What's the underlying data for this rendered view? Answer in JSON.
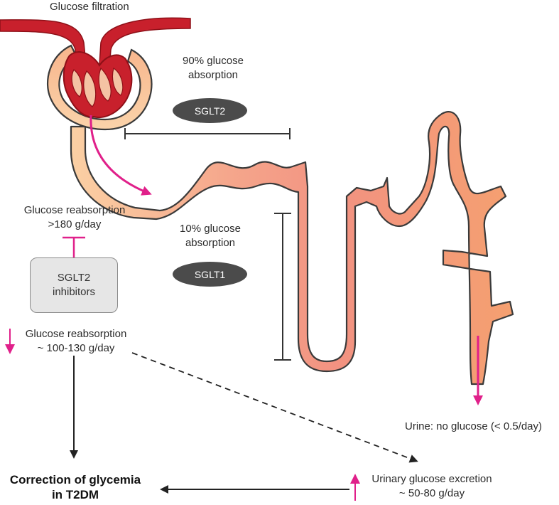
{
  "labels": {
    "glucose_filtration": "Glucose filtration",
    "absorption_90_line1": "90% glucose",
    "absorption_90_line2": "absorption",
    "sglt2": "SGLT2",
    "absorption_10_line1": "10% glucose",
    "absorption_10_line2": "absorption",
    "sglt1": "SGLT1",
    "reabsorption_high_line1": "Glucose reabsorption",
    "reabsorption_high_line2": ">180 g/day",
    "inhibitors_line1": "SGLT2",
    "inhibitors_line2": "inhibitors",
    "reabsorption_low_line1": "Glucose reabsorption",
    "reabsorption_low_line2": "~ 100-130 g/day",
    "urine": "Urine: no glucose (< 0.5/day)",
    "correction_line1": "Correction of glycemia",
    "correction_line2": "in T2DM",
    "excretion_line1": "Urinary glucose excretion",
    "excretion_line2": "~ 50-80 g/day"
  },
  "colors": {
    "vessel_red": "#c8202c",
    "vessel_dark": "#8e1018",
    "tubule_light": "#f9c79a",
    "tubule_mid": "#f3967f",
    "outline": "#3a3a3a",
    "accent_magenta": "#e0208a",
    "pill_gray": "#4b4b4b",
    "box_gray": "#e6e6e6"
  },
  "icons": {
    "down_arrow": "down-arrow-icon",
    "up_arrow": "up-arrow-icon"
  }
}
